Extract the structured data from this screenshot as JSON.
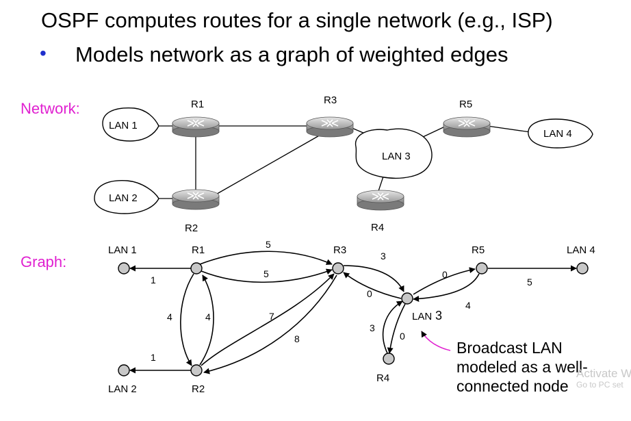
{
  "slide": {
    "title": "OSPF computes routes for a single network (e.g., ISP)",
    "bullet": "Models network as a graph of weighted edges"
  },
  "labels": {
    "network": "Network:",
    "graph": "Graph:"
  },
  "network": {
    "routers": [
      "R1",
      "R2",
      "R3",
      "R4",
      "R5"
    ],
    "lans": [
      "LAN 1",
      "LAN 2",
      "LAN 3",
      "LAN 4"
    ]
  },
  "graph": {
    "nodes": [
      "LAN 1",
      "R1",
      "R3",
      "R5",
      "LAN 4",
      "LAN 2",
      "R2",
      "R4"
    ],
    "lan3_label": "LAN",
    "lan3_num": "3",
    "weights": {
      "r1_lan1": "1",
      "r2_lan2": "1",
      "r1_r2": "4",
      "r2_r1": "4",
      "r1_r3_top": "5",
      "r1_r3_bottom": "5",
      "r2_r3": "7",
      "r3_r2": "8",
      "r3_lan3": "3",
      "lan3_r3": "0",
      "lan3_r5": "0",
      "r5_lan3": "4",
      "r5_lan4": "5",
      "r4_lan3": "3",
      "lan3_r4": "0"
    }
  },
  "callout": {
    "line1": "Broadcast LAN",
    "line2": "modeled as a well-",
    "line3": "connected node"
  },
  "watermark": {
    "line1": "Activate W",
    "line2": "Go to PC set"
  },
  "colors": {
    "accent_pink": "#e020d0",
    "bullet_blue": "#1f2fcc"
  }
}
